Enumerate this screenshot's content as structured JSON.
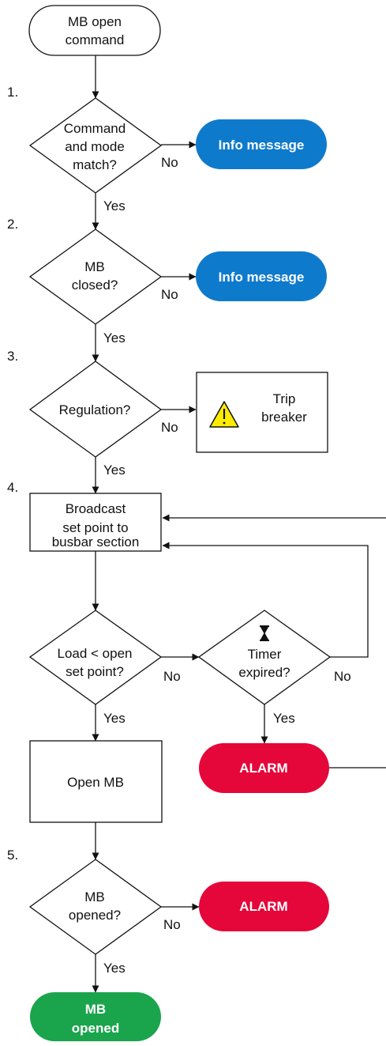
{
  "colors": {
    "info": "#0e7acc",
    "alarm": "#e5063a",
    "success": "#1aa54c",
    "warning": "#ffec00",
    "line": "#111111"
  },
  "start": {
    "line1": "MB open",
    "line2": "command"
  },
  "steps": {
    "s1": "1.",
    "s2": "2.",
    "s3": "3.",
    "s4": "4.",
    "s5": "5."
  },
  "decisions": {
    "command_mode": {
      "line1": "Command",
      "line2": "and mode",
      "line3": "match?"
    },
    "mb_closed": {
      "line1": "MB",
      "line2": "closed?"
    },
    "regulation": {
      "line1": "Regulation?"
    },
    "load_open": {
      "line1": "Load < open",
      "line2": "set point?"
    },
    "timer": {
      "line1": "Timer",
      "line2": "expired?",
      "icon": "hourglass-icon"
    },
    "mb_opened": {
      "line1": "MB",
      "line2": "opened?"
    }
  },
  "outcomes": {
    "info1": "Info message",
    "info2": "Info message",
    "trip": {
      "line1": "Trip",
      "line2": "breaker",
      "icon": "warning-icon"
    },
    "alarm1": "ALARM",
    "alarm2": "ALARM",
    "mb_opened": {
      "line1": "MB",
      "line2": "opened"
    }
  },
  "processes": {
    "broadcast": {
      "line1": "Broadcast",
      "line2": "set point to",
      "line3": "busbar section"
    },
    "open_mb": "Open MB"
  },
  "labels": {
    "no1": "No",
    "yes1": "Yes",
    "no2": "No",
    "yes2": "Yes",
    "no3": "No",
    "yes3": "Yes",
    "no4": "No",
    "yes4": "Yes",
    "no5": "No",
    "yes5": "Yes",
    "no6": "No",
    "yes6": "Yes"
  }
}
